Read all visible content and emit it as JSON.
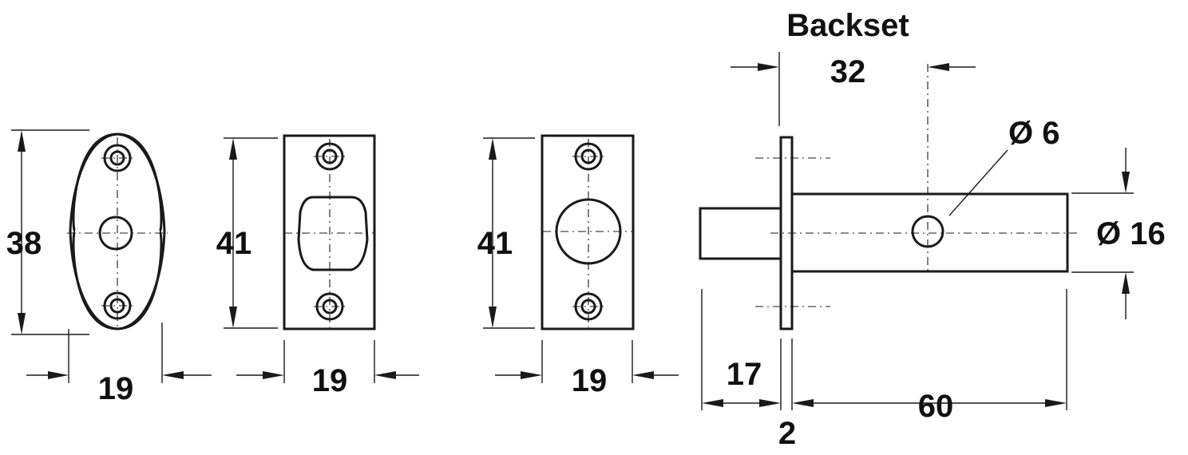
{
  "heading": "Backset",
  "dimensions": {
    "oval_height": "38",
    "oval_width": "19",
    "plate1_height": "41",
    "plate1_width": "19",
    "plate2_height": "41",
    "plate2_width": "19",
    "backset": "32",
    "hole_diameter": "Ø 6",
    "body_diameter": "Ø 16",
    "bolt_projection": "17",
    "plate_thickness": "2",
    "body_length": "60"
  }
}
